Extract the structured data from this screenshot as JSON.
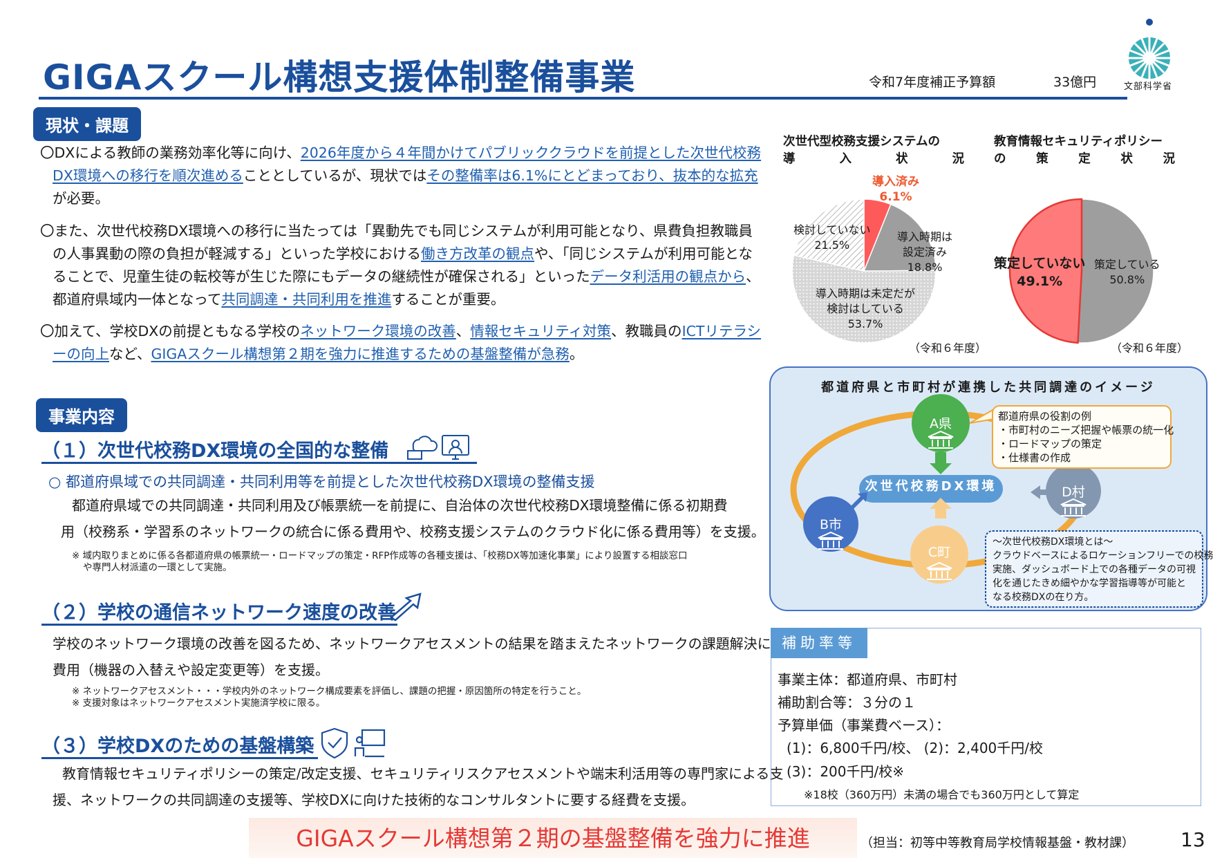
{
  "header": {
    "title": "GIGAスクール構想支援体制整備事業",
    "budget_label": "令和7年度補正予算額",
    "budget_value": "33億円",
    "ministry": "文部科学省"
  },
  "current": {
    "tag": "現状・課題",
    "p1": {
      "a": "〇DXによる教師の業務効率化等に向け、",
      "b": "2026年度から４年間かけてパブリッククラウドを前提とした次世代校務DX環境への移行を順次進める",
      "c": "こととしているが、現状では",
      "d": "その整備率は6.1%にとどまっており、抜本的な拡充",
      "e": "が必要。"
    },
    "p2": {
      "a": "〇また、次世代校務DX環境への移行に当たっては「異動先でも同じシステムが利用可能となり、県費負担教職員の人事異動の際の負担が軽減する」といった学校における",
      "b": "働き方改革の観点",
      "c": "や、「同じシステムが利用可能となることで、児童生徒の転校等が生じた際にもデータの継続性が確保される」といった",
      "d": "データ利活用の観点から",
      "e": "、都道府県域内一体となって",
      "f": "共同調達・共同利用を推進",
      "g": "することが重要。"
    },
    "p3": {
      "a": "〇加えて、学校DXの前提ともなる学校の",
      "b": "ネットワーク環境の改善",
      "c": "、",
      "d": "情報セキュリティ対策",
      "e": "、教職員の",
      "f": "ICTリテラシーの向上",
      "g": "など、",
      "h": "GIGAスクール構想第２期を強力に推進するための基盤整備が急務",
      "i": "。"
    }
  },
  "chart_data": [
    {
      "type": "pie",
      "title_line1": "次世代型校務支援システムの",
      "title_line2": [
        "導",
        "入",
        "状",
        "況"
      ],
      "note": "（令和６年度）",
      "slices": [
        {
          "label": "導入済み",
          "value": 6.1,
          "value_text": "6.1%",
          "color": "#ff5a5a",
          "pattern": "solid"
        },
        {
          "label_lines": [
            "導入時期は",
            "設定済み"
          ],
          "value": 18.8,
          "value_text": "18.8%",
          "color": "#9e9e9e",
          "pattern": "solid"
        },
        {
          "label_lines": [
            "導入時期は未定だが",
            "検討はしている"
          ],
          "value": 53.7,
          "value_text": "53.7%",
          "color": "#cfcfcf",
          "pattern": "dots"
        },
        {
          "label": "検討していない",
          "value": 21.5,
          "value_text": "21.5%",
          "color": "#ffffff",
          "pattern": "hatch"
        }
      ]
    },
    {
      "type": "pie",
      "title_line1": "教育情報セキュリティポリシー",
      "title_line2": [
        "の",
        "策",
        "定",
        "状",
        "況"
      ],
      "note": "（令和６年度）",
      "slices": [
        {
          "label": "策定している",
          "value": 50.8,
          "value_text": "50.8%",
          "color": "#9e9e9e",
          "pattern": "solid"
        },
        {
          "label": "策定していない",
          "value": 49.1,
          "value_text": "49.1%",
          "color": "#ff7b7b",
          "pattern": "solid"
        }
      ]
    }
  ],
  "collab": {
    "title": "都道府県と市町村が連携した共同調達のイメージ",
    "center": "次世代校務DX環境",
    "a": "A県",
    "b": "B市",
    "c": "C町",
    "d": "D村",
    "roles_title": "都道府県の役割の例",
    "roles": [
      "・市町村のニーズ把握や帳票の統一化",
      "・ロードマップの策定",
      "・仕様書の作成"
    ],
    "dx_def": [
      "～次世代校務DX環境とは～",
      "クラウドベースによるロケーションフリーでの校務",
      "実施、ダッシュボード上での各種データの可視",
      "化を通じたきめ細やかな学習指導等が可能と",
      "なる校務DXの在り方。"
    ]
  },
  "business": {
    "tag": "事業内容",
    "s1": {
      "heading": "（１）次世代校務DX環境の全国的な整備",
      "sub": "○ 都道府県域での共同調達・共同利用等を前提とした次世代校務DX環境の整備支援",
      "body1": "都道府県域での共同調達・共同利用及び帳票統一を前提に、自治体の次世代校務DX環境整備に係る初期費",
      "body2": "用（校務系・学習系のネットワークの統合に係る費用や、校務支援システムのクラウド化に係る費用等）を支援。",
      "note1": "※ 域内取りまとめに係る各都道府県の帳票統一・ロードマップの策定・RFP作成等の各種支援は、「校務DX等加速化事業」により設置する相談窓口",
      "note2": "や専門人材派遣の一環として実施。"
    },
    "s2": {
      "heading": "（２）学校の通信ネットワーク速度の改善",
      "body1": "学校のネットワーク環境の改善を図るため、ネットワークアセスメントの結果を踏まえたネットワークの課題解決に係る初期",
      "body2": "費用（機器の入替えや設定変更等）を支援。",
      "note1": "※ ネットワークアセスメント・・・学校内外のネットワーク構成要素を評価し、課題の把握・原因箇所の特定を行うこと。",
      "note2": "※ 支援対象はネットワークアセスメント実施済学校に限る。"
    },
    "s3": {
      "heading": "（３）学校DXのための基盤構築",
      "body1": "教育情報セキュリティポリシーの策定/改定支援、セキュリティリスクアセスメントや端末利活用等の専門家による支",
      "body2": "援、ネットワークの共同調達の支援等、学校DXに向けた技術的なコンサルタントに要する経費を支援。"
    }
  },
  "subsidy": {
    "tag": "補助率等",
    "l1": "事業主体：都道府県、市町村",
    "l2": "補助割合等：３分の１",
    "l3": "予算単価（事業費ベース）：",
    "l4": "(1)：6,800千円/校、 (2)：2,400千円/校",
    "l5": "(3)：200千円/校※",
    "l6": "※18校（360万円）未満の場合でも360万円として算定"
  },
  "footer": {
    "banner": "GIGAスクール構想第２期の基盤整備を強力に推進",
    "contact": "（担当：初等中等教育局学校情報基盤・教材課）",
    "page": "13"
  }
}
